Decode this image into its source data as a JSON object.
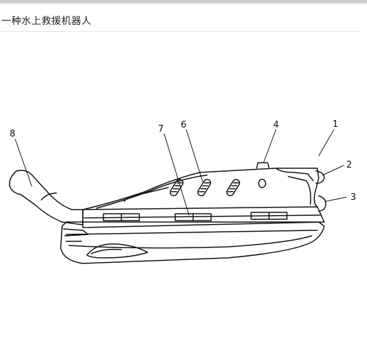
{
  "document": {
    "title": "一种水上救援机器人"
  },
  "figure": {
    "callouts": [
      "1",
      "2",
      "3",
      "4",
      "6",
      "7",
      "8"
    ]
  }
}
